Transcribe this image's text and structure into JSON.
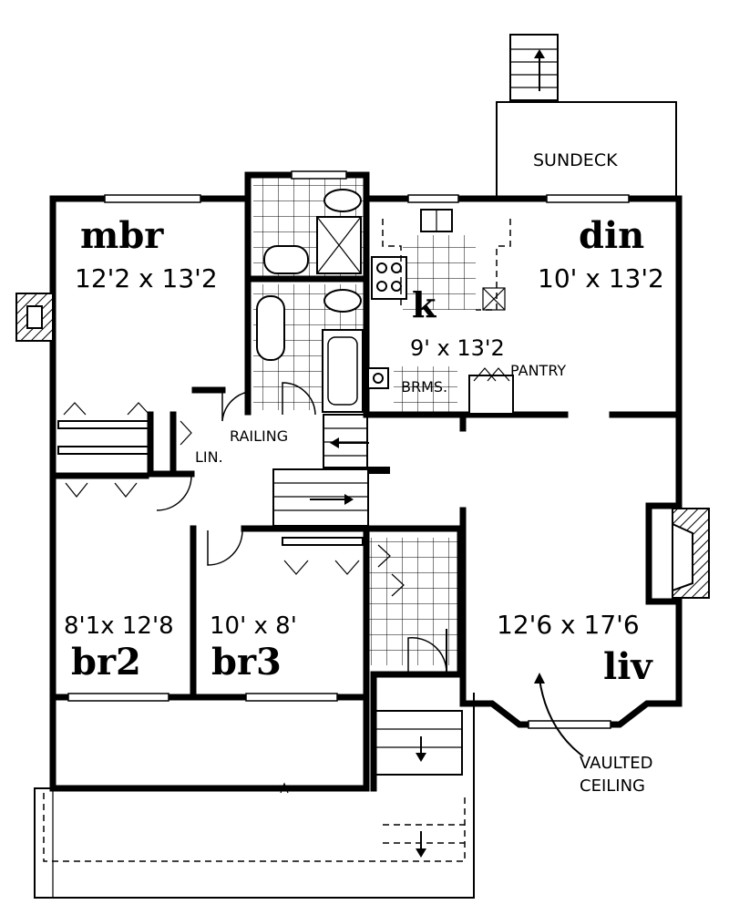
{
  "rooms": {
    "mbr": {
      "name": "mbr",
      "dims": "12'2 x 13'2"
    },
    "din": {
      "name": "din",
      "dims": "10' x 13'2"
    },
    "kitchen": {
      "name": "k",
      "dims": "9' x 13'2"
    },
    "br2": {
      "name": "br2",
      "dims": "8'1x 12'8"
    },
    "br3": {
      "name": "br3",
      "dims": "10' x 8'"
    },
    "liv": {
      "name": "liv",
      "dims": "12'6 x 17'6"
    }
  },
  "labels": {
    "sundeck": "SUNDECK",
    "pantry": "PANTRY",
    "brms": "BRMS.",
    "railing": "RAILING",
    "lin": "LIN.",
    "vaulted_line1": "VAULTED",
    "vaulted_line2": "CEILING"
  }
}
